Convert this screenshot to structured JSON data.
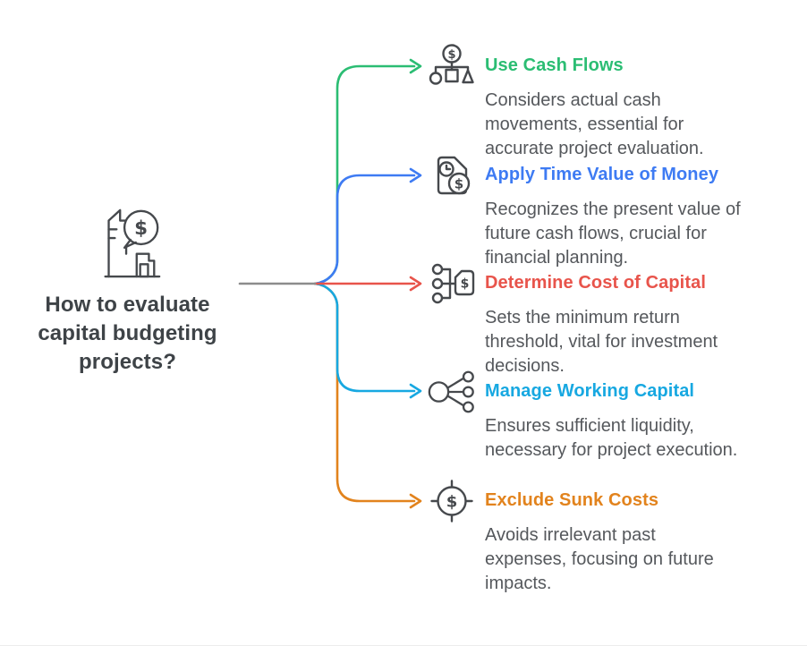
{
  "root": {
    "title": "How to evaluate capital budgeting projects?",
    "title_lines": [
      "How to evaluate",
      "capital budgeting",
      "projects?"
    ],
    "icon": "building-dollar-speech-icon",
    "title_color": "#3e4347"
  },
  "connector": {
    "trunk_color": "#8c8c8c"
  },
  "branches": [
    {
      "label": "Use Cash Flows",
      "color": "#2bbd73",
      "icon": "hierarchy-shapes-dollar-icon",
      "lines": [
        "Considers actual cash",
        "movements, essential for",
        "accurate project evaluation."
      ]
    },
    {
      "label": "Apply Time Value of Money",
      "color": "#3e7bf3",
      "icon": "document-clock-dollar-icon",
      "lines": [
        "Recognizes the present value of",
        "future cash flows, crucial for",
        "financial planning."
      ]
    },
    {
      "label": "Determine Cost of Capital",
      "color": "#e8544b",
      "icon": "nodes-dollar-document-icon",
      "lines": [
        "Sets the minimum return",
        "threshold, vital for investment",
        "decisions."
      ]
    },
    {
      "label": "Manage Working Capital",
      "color": "#17a8e1",
      "icon": "hub-fanout-icon",
      "lines": [
        "Ensures sufficient liquidity,",
        "necessary for project execution."
      ]
    },
    {
      "label": "Exclude Sunk Costs",
      "color": "#e2831d",
      "icon": "dollar-target-icon",
      "lines": [
        "Avoids irrelevant past",
        "expenses, focusing on future",
        "impacts."
      ]
    }
  ],
  "body_text_color": "#55585c"
}
